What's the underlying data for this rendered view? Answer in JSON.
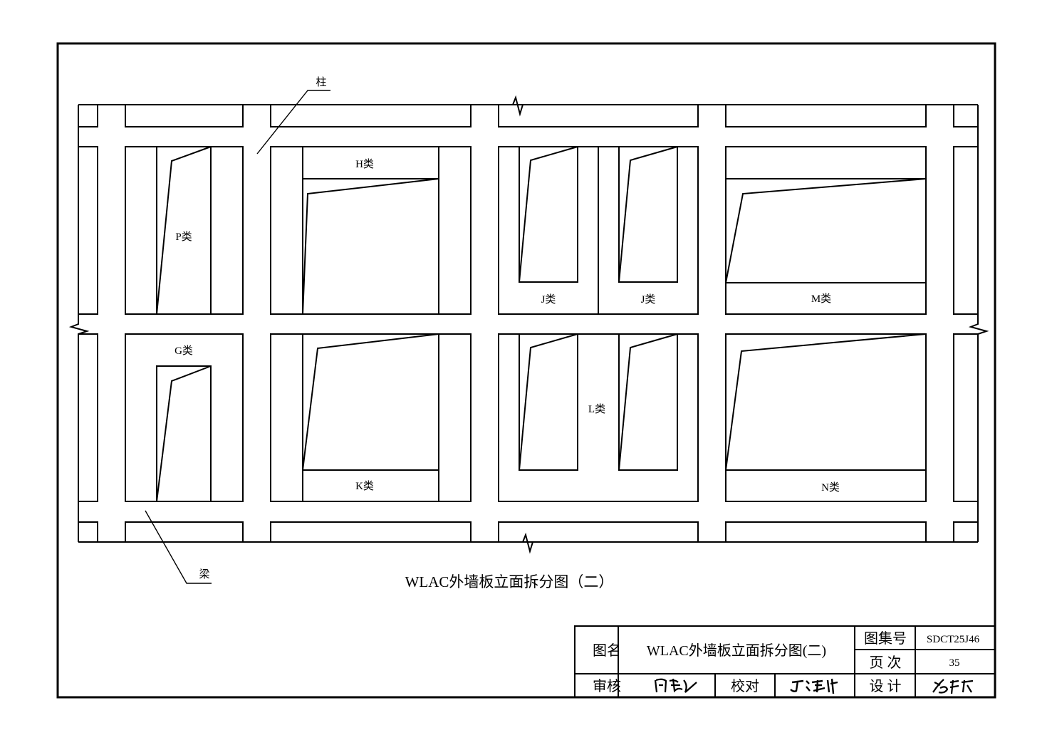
{
  "drawing": {
    "labels": {
      "column": "柱",
      "beam": "梁",
      "P": "P类",
      "H": "H类",
      "J1": "J类",
      "J2": "J类",
      "M": "M类",
      "G": "G类",
      "K": "K类",
      "L": "L类",
      "N": "N类"
    },
    "caption": "WLAC外墙板立面拆分图（二）"
  },
  "title_block": {
    "name_label": "图名",
    "name_value": "WLAC外墙板立面拆分图(二)",
    "atlas_label": "图集号",
    "atlas_value": "SDCT25J46",
    "page_label": "页 次",
    "page_value": "35",
    "review_label": "审核",
    "check_label": "校对",
    "design_label": "设 计"
  }
}
